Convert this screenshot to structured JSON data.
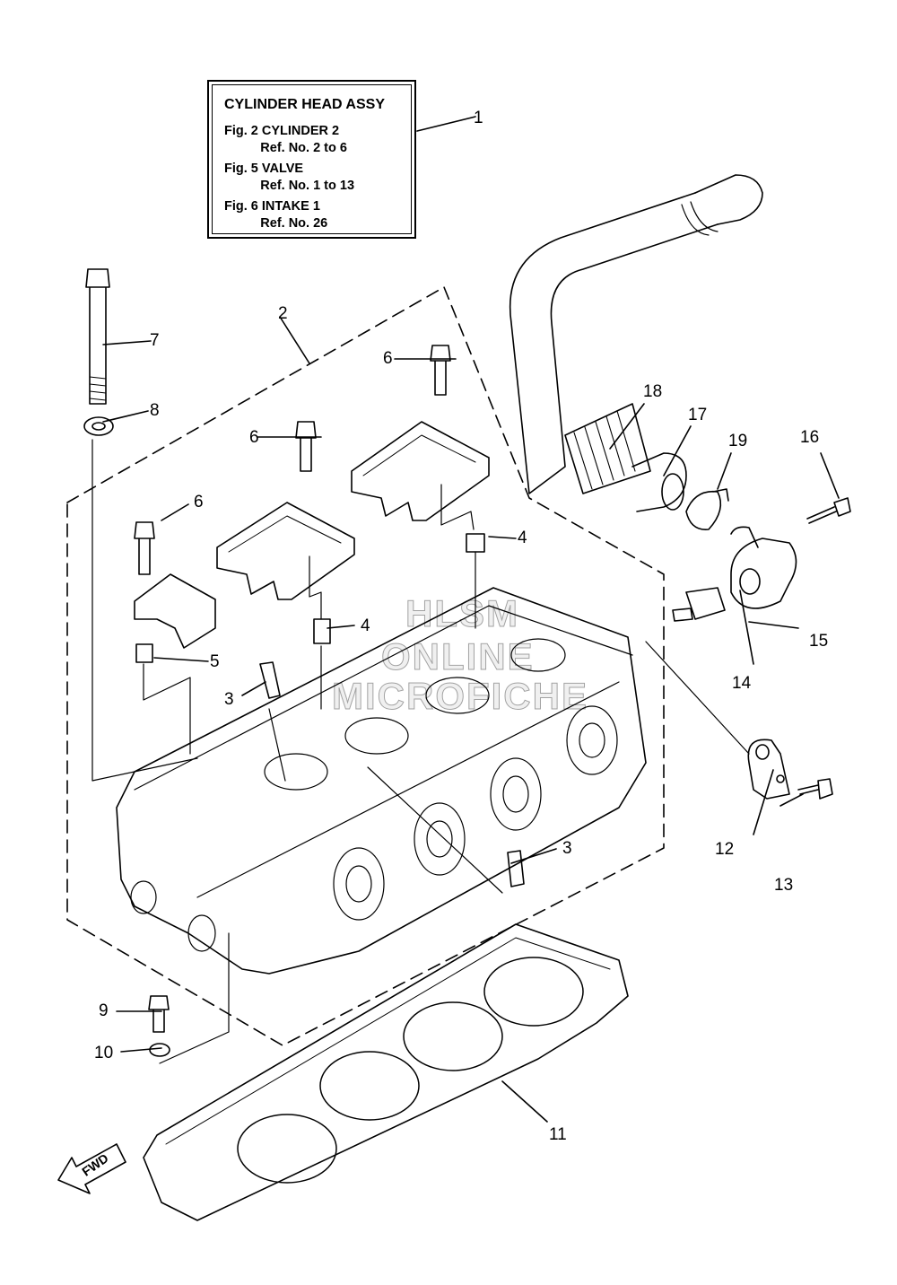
{
  "legend": {
    "title": "CYLINDER HEAD ASSY",
    "lines": [
      "Fig. 2 CYLINDER 2",
      "          Ref. No. 2 to 6",
      "Fig. 5 VALVE",
      "          Ref. No. 1 to 13",
      "Fig. 6 INTAKE 1",
      "          Ref. No. 26"
    ]
  },
  "callouts": [
    "1",
    "2",
    "3",
    "3",
    "4",
    "4",
    "5",
    "6",
    "6",
    "6",
    "7",
    "8",
    "9",
    "10",
    "11",
    "12",
    "13",
    "14",
    "15",
    "16",
    "17",
    "18",
    "19"
  ],
  "fwd_label": "FWD",
  "watermark": [
    "HLSM",
    "ONLINE",
    "MICROFICHE"
  ]
}
